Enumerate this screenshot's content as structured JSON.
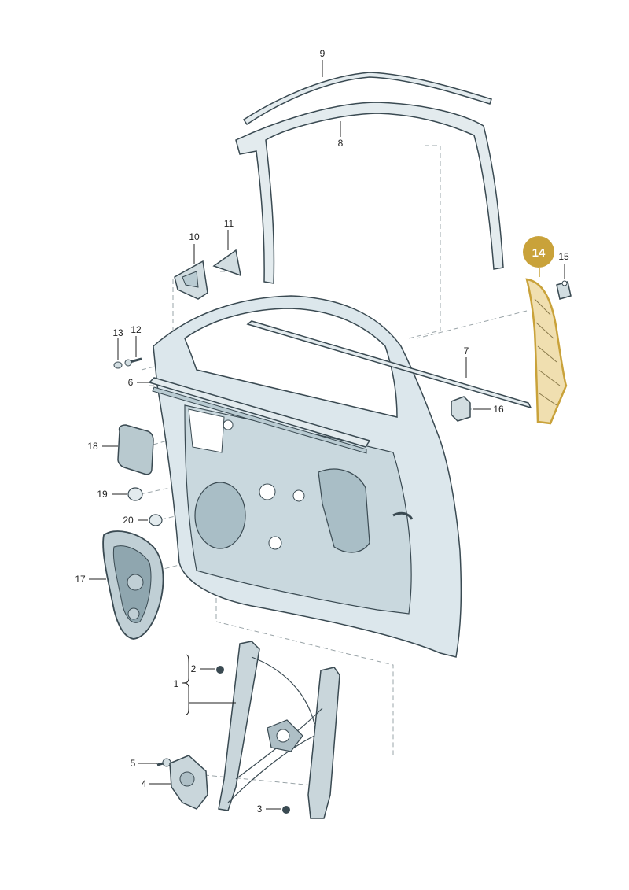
{
  "diagram": {
    "callouts": [
      {
        "id": "c9",
        "label": "9"
      },
      {
        "id": "c8",
        "label": "8"
      },
      {
        "id": "c10",
        "label": "10"
      },
      {
        "id": "c11",
        "label": "11"
      },
      {
        "id": "c15",
        "label": "15"
      },
      {
        "id": "c13",
        "label": "13"
      },
      {
        "id": "c12",
        "label": "12"
      },
      {
        "id": "c7",
        "label": "7"
      },
      {
        "id": "c6",
        "label": "6"
      },
      {
        "id": "c16",
        "label": "16"
      },
      {
        "id": "c18",
        "label": "18"
      },
      {
        "id": "c19",
        "label": "19"
      },
      {
        "id": "c20",
        "label": "20"
      },
      {
        "id": "c17",
        "label": "17"
      },
      {
        "id": "c2",
        "label": "2"
      },
      {
        "id": "c1",
        "label": "1"
      },
      {
        "id": "c5",
        "label": "5"
      },
      {
        "id": "c4",
        "label": "4"
      },
      {
        "id": "c3",
        "label": "3"
      }
    ],
    "highlight": {
      "label": "14",
      "color": "#c9a23a"
    },
    "colors": {
      "part_fill": "#e3ebee",
      "part_stroke": "#3a4a52",
      "door_fill": "#dce7ec",
      "shadow_fill": "#b9cbd2",
      "highlight_fill": "#f0dfb0"
    }
  }
}
